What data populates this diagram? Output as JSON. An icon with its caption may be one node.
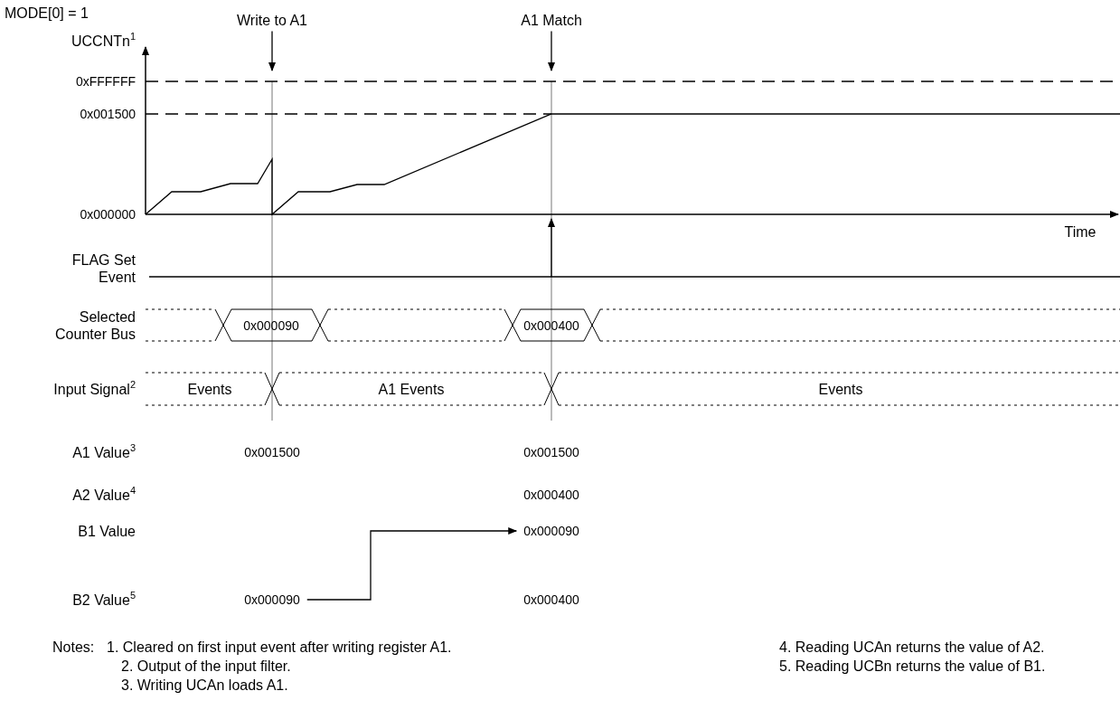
{
  "diagram": {
    "nodes": [
      {
        "text": [
          "Write to A1"
        ]
      },
      {
        "text": [
          "A1 Match"
        ]
      },
      {
        "text": [
          "0x000090"
        ]
      },
      {
        "text": [
          "0x000090"
        ]
      }
    ],
    "edges": [
      {
        "from": 0,
        "to": null,
        "arrow": "to"
      },
      {
        "from": 1,
        "to": null,
        "arrow": "to"
      },
      {
        "from": 2,
        "to": 3,
        "arrow": "to"
      }
    ],
    "labels": [
      "MODE[0] = 1",
      "UCCNTn$^{1}$",
      "0xFFFFFF",
      "0x001500",
      "0x000000",
      "Time",
      "FLAG Set Event",
      "Selected Counter Bus",
      "0x000090",
      "0x000400",
      "Input Signal$^{2}$",
      "Events",
      "A1 Events",
      "Events",
      "A1 Value$^{3}$",
      "0x001500",
      "0x001500",
      "A2 Value$^{4}$",
      "0x000400",
      "B1 Value",
      "B2 Value$^{5}$",
      "0x000400",
      "Notes:",
      "1. Cleared on first input event after writing register A1.",
      "2. Output of the input filter.",
      "3. Writing UCAn loads A1.",
      "4. Reading UCAn returns the value of A2.",
      "5. Reading UCBn returns the value of B1."
    ]
  }
}
